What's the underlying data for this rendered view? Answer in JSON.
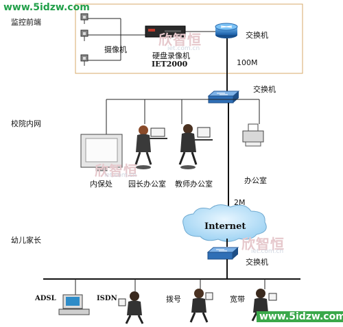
{
  "watermark": {
    "site_top": "www.5idzw.com",
    "site_bottom": "www.5idzw.com",
    "brand": "欣智恒",
    "brand_url": "iet.com.cn"
  },
  "zones": {
    "monitor_end": "监控前端",
    "campus_lan": "校院内网",
    "parents": "幼儿家长"
  },
  "monitor": {
    "camera_label": "摄像机",
    "dvr_label": "硬盘录像机",
    "dvr_model": "IET2000",
    "router_label": "交换机",
    "link_speed": "100M"
  },
  "campus": {
    "switch_label": "交换机",
    "nodes": [
      {
        "label": "内保处"
      },
      {
        "label": "园长办公室"
      },
      {
        "label": "教师办公室"
      },
      {
        "label": "办公室"
      }
    ],
    "link_speed": "2M"
  },
  "internet": {
    "cloud_label": "Internet",
    "switch_label": "交换机"
  },
  "parents": {
    "access_types": [
      {
        "label": "ADSL"
      },
      {
        "label": "ISDN"
      },
      {
        "label": "拨号"
      },
      {
        "label": "宽带"
      }
    ]
  }
}
